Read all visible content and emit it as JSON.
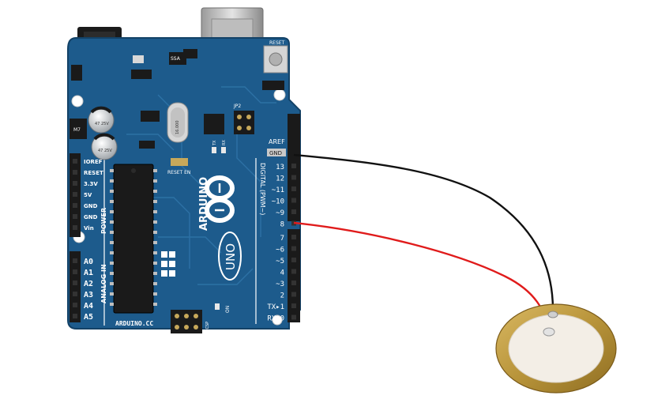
{
  "board": {
    "brand": "ARDUINO",
    "model": "UNO",
    "url": "ARDUINO.CC",
    "reset_label": "RESET",
    "reset_en_label": "RESET EN",
    "jp2_label": "JP2",
    "aref_label": "AREF",
    "gnd_label": "GND",
    "digital_label": "DIGITAL (PWM~)",
    "power_label": "POWER",
    "analog_label": "ANALOG IN",
    "on_label": "ON",
    "icsp_label": "ICSP",
    "tx_label": "TX",
    "rx_label": "RX",
    "digital_pins": [
      "13",
      "12",
      "~11",
      "~10",
      "~9",
      "8",
      "7",
      "~6",
      "~5",
      "4",
      "~3",
      "2",
      "TX▸1",
      "RX◂0"
    ],
    "power_pins": [
      "IOREF",
      "RESET",
      "3.3V",
      "5V",
      "GND",
      "GND",
      "Vin"
    ],
    "analog_pins": [
      "A0",
      "A1",
      "A2",
      "A3",
      "A4",
      "A5"
    ],
    "crystal_label": "16.000",
    "capacitor_label_1": "47 25V",
    "capacitor_label_2": "47 25V",
    "diode_label": "M7",
    "regulator_label": "SSA"
  },
  "wires": {
    "black": "#111111",
    "red": "#e01b1b"
  },
  "colors": {
    "pcb": "#1d5b8c",
    "pcb_dark": "#134267",
    "header": "#1a1a1a",
    "brass": "#b8943a",
    "ceramic": "#f3eee6"
  }
}
